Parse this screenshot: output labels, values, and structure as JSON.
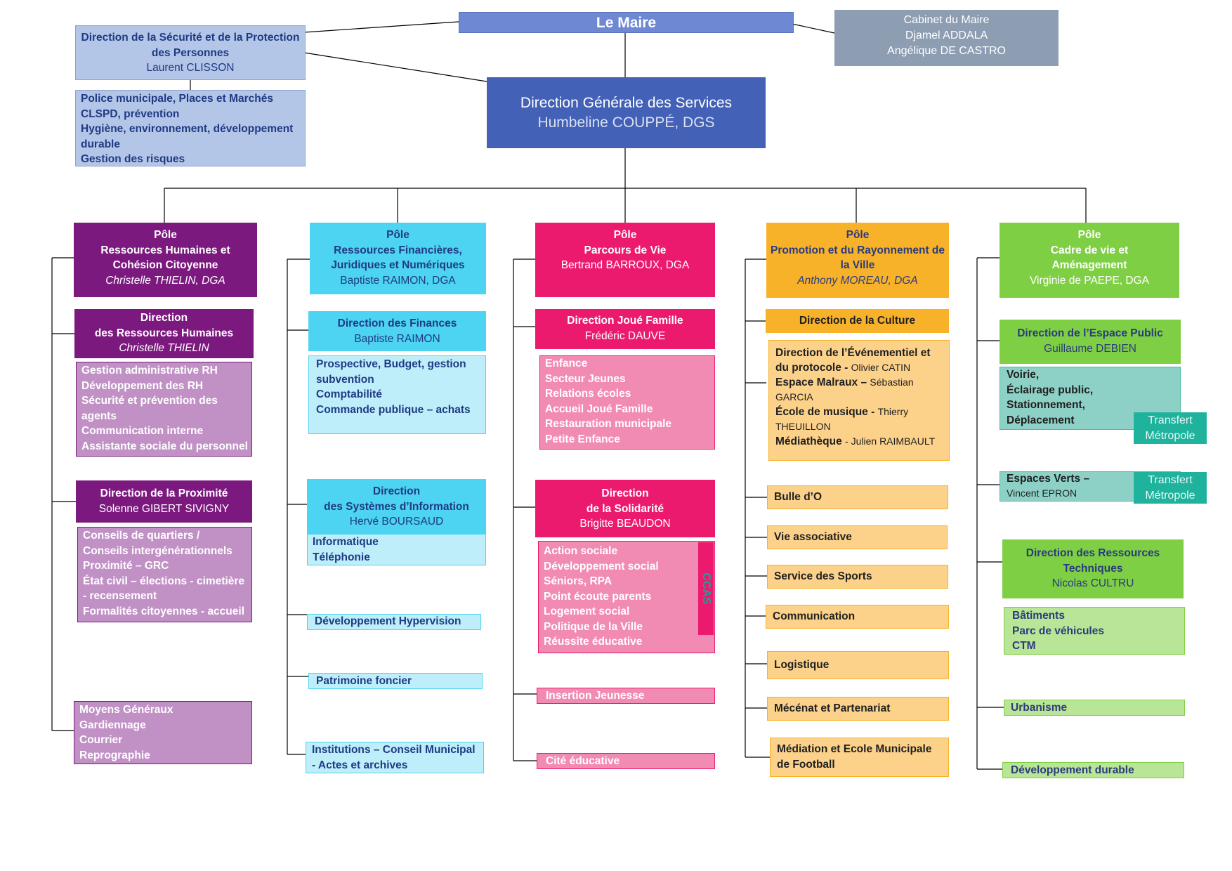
{
  "colors": {
    "maire": "#6f88d4",
    "dgs": "#4361b6",
    "cabinet": "#8d9db2",
    "securite": "#b4c6e7",
    "rh_dark": "#7b197f",
    "rh_light": "#c191c6",
    "fin_dark": "#4dd4f3",
    "fin_light": "#bdeefa",
    "vie_dark": "#ec1a6e",
    "vie_light": "#f28bb4",
    "promo_dark": "#f8b229",
    "promo_light": "#fcd18a",
    "cadre_dark": "#7fcf45",
    "cadre_light": "#b8e596",
    "teal": "#4fb7a6",
    "teal_light": "#8dd1c6"
  },
  "maire": {
    "title": "Le Maire"
  },
  "cabinet": {
    "title": "Cabinet du Maire",
    "line1": "Djamel ADDALA",
    "line2": "Angélique DE CASTRO"
  },
  "dgs": {
    "title": "Direction Générale des Services",
    "name": "Humbeline COUPPÉ, DGS"
  },
  "securite": {
    "title1": "Direction de la Sécurité et de la Protection",
    "title2": "des Personnes",
    "name": "Laurent CLISSON",
    "items": [
      "Police municipale, Places et Marchés",
      "CLSPD, prévention",
      "Hygiène, environnement, développement",
      "durable",
      "Gestion des  risques"
    ]
  },
  "rh": {
    "pole": [
      "Pôle",
      "Ressources Humaines et",
      "Cohésion Citoyenne",
      "Christelle THIELIN, DGA"
    ],
    "drh": [
      "Direction",
      "des Ressources Humaines",
      "Christelle THIELIN"
    ],
    "drh_items": [
      "Gestion administrative RH",
      "Développement des RH",
      "Sécurité et prévention des",
      "agents",
      "Communication interne",
      "Assistante sociale du personnel"
    ],
    "prox": [
      "Direction de la Proximité",
      "Solenne GIBERT SIVIGNY"
    ],
    "prox_items": [
      "Conseils de quartiers /",
      "Conseils intergénérationnels",
      "Proximité – GRC",
      "État civil – élections - cimetière",
      "- recensement",
      "Formalités citoyennes - accueil"
    ],
    "moyens_items": [
      "Moyens Généraux",
      "Gardiennage",
      "Courrier",
      "Reprographie"
    ]
  },
  "fin": {
    "pole": [
      "Pôle",
      "Ressources Financières,",
      "Juridiques et Numériques",
      "Baptiste RAIMON, DGA"
    ],
    "dfin": [
      "Direction des Finances",
      "Baptiste RAIMON"
    ],
    "dfin_items": [
      "Prospective, Budget, gestion",
      "subvention",
      "Comptabilité",
      "Commande publique – achats"
    ],
    "dsi": [
      "Direction",
      "des Systèmes d’Information",
      "Hervé BOURSAUD"
    ],
    "dsi_items": [
      "Informatique",
      "Téléphonie"
    ],
    "hypervision": "Développement Hypervision",
    "patrimoine": "Patrimoine foncier",
    "institutions": [
      "Institutions – Conseil Municipal",
      "- Actes et archives"
    ]
  },
  "vie": {
    "pole": [
      "Pôle",
      "Parcours de Vie",
      "Bertrand BARROUX, DGA"
    ],
    "famille": [
      "Direction  Joué Famille",
      "Frédéric DAUVE"
    ],
    "famille_items": [
      "Enfance",
      "Secteur Jeunes",
      "Relations écoles",
      "Accueil Joué Famille",
      "Restauration municipale",
      "Petite Enfance"
    ],
    "solidarite": [
      "Direction",
      "de la Solidarité",
      "Brigitte BEAUDON"
    ],
    "solidarite_items": [
      "Action sociale",
      "Développement social",
      "Séniors, RPA",
      "Point écoute parents",
      "Logement social",
      "Politique de la Ville",
      "Réussite éducative"
    ],
    "ccas": "CCAS",
    "insertion": "Insertion Jeunesse",
    "cite": "Cité éducative"
  },
  "promo": {
    "pole": [
      "Pôle",
      "Promotion et du Rayonnement de",
      "la Ville",
      "Anthony MOREAU, DGA"
    ],
    "culture": "Direction de la Culture",
    "culture_items": [
      {
        "b": "Direction de l’Événementiel et",
        "n": ""
      },
      {
        "b": "du protocole - ",
        "n": "Olivier CATIN"
      },
      {
        "b": "Espace Malraux – ",
        "n": "Sébastian"
      },
      {
        "b": "",
        "n": "GARCIA"
      },
      {
        "b": "École de musique - ",
        "n": "Thierry"
      },
      {
        "b": "",
        "n": "THEUILLON"
      },
      {
        "b": "Médiathèque ",
        "n": "- Julien RAIMBAULT"
      }
    ],
    "bulle": "Bulle d’O",
    "vie_asso": "Vie associative",
    "sports": "Service des Sports",
    "communication": "Communication",
    "logistique": "Logistique",
    "mecenat": "Mécénat et Partenariat",
    "mediation": [
      "Médiation et Ecole Municipale",
      "de Football"
    ]
  },
  "cadre": {
    "pole": [
      "Pôle",
      "Cadre de vie et",
      "Aménagement",
      "Virginie de PAEPE, DGA"
    ],
    "espace_public": [
      "Direction de l’Espace Public",
      "Guillaume DEBIEN"
    ],
    "voirie_items": [
      "Voirie,",
      "Éclairage public,",
      "Stationnement,",
      "Déplacement"
    ],
    "transfert": [
      "Transfert",
      "Métropole"
    ],
    "espaces_verts": [
      "Espaces  Verts –",
      "Vincent EPRON"
    ],
    "drt": [
      "Direction des Ressources",
      "Techniques",
      "Nicolas CULTRU"
    ],
    "drt_items": [
      "Bâtiments",
      "Parc de véhicules",
      "CTM"
    ],
    "urbanisme": "Urbanisme",
    "dev_durable": "Développement durable"
  }
}
